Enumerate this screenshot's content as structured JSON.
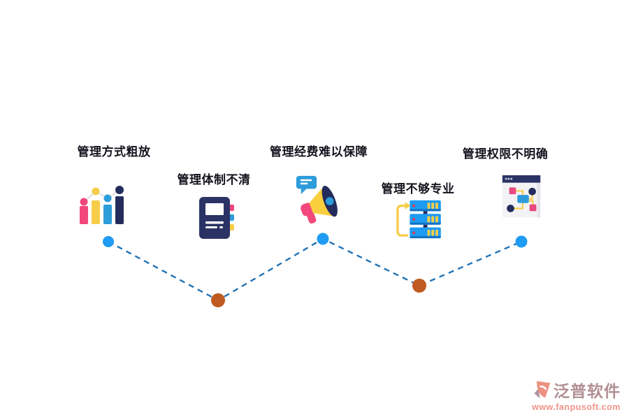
{
  "items": [
    {
      "label": "管理方式粗放",
      "icon": "bar-chart-icon"
    },
    {
      "label": "管理体制不清",
      "icon": "notebook-icon"
    },
    {
      "label": "管理经费难以保障",
      "icon": "megaphone-icon"
    },
    {
      "label": "管理不够专业",
      "icon": "server-stack-icon"
    },
    {
      "label": "管理权限不明确",
      "icon": "browser-flowchart-icon"
    }
  ],
  "timeline": {
    "line_color": "#2272B5",
    "nodes": [
      {
        "color": "#1E9BF2"
      },
      {
        "color": "#C05A20"
      },
      {
        "color": "#1E9BF2"
      },
      {
        "color": "#C05A20"
      },
      {
        "color": "#1E9BF2"
      }
    ]
  },
  "watermark": {
    "brand": "泛普软件",
    "url": "www.fanpusoft.com",
    "brand_color": "#b18f94",
    "url_color": "#f0948a"
  },
  "palette": {
    "pink": "#F2487C",
    "yellow": "#F7CD4A",
    "blue": "#2D9CDB",
    "navy": "#232C5C",
    "bright_blue": "#1E9BF2",
    "orange": "#C05A20",
    "label_text": "#14141e"
  }
}
